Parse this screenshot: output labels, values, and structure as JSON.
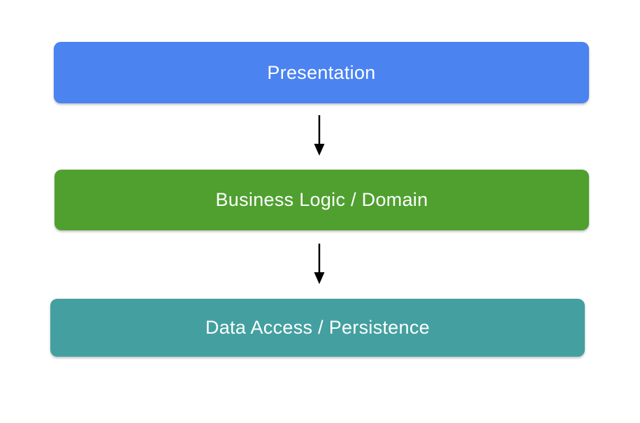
{
  "diagram": {
    "layers": [
      {
        "id": "presentation",
        "label": "Presentation",
        "color": "#4B83F0"
      },
      {
        "id": "business-logic",
        "label": "Business Logic / Domain",
        "color": "#50A030"
      },
      {
        "id": "data-access",
        "label": "Data Access / Persistence",
        "color": "#44A0A0"
      }
    ],
    "arrows": [
      {
        "from": "presentation",
        "to": "business-logic"
      },
      {
        "from": "business-logic",
        "to": "data-access"
      }
    ],
    "arrow_color": "#000000",
    "label_color": "#FFFFFF",
    "background_color": "#FFFFFF"
  }
}
